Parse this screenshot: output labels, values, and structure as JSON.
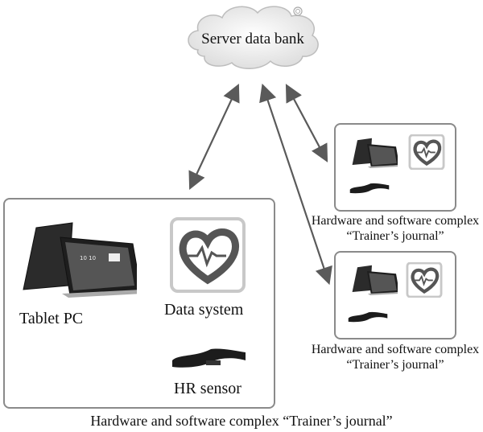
{
  "diagram": {
    "server": {
      "label": "Server data bank",
      "icon": "cloud-icon"
    },
    "main_complex": {
      "caption": "Hardware and software complex “Trainer’s journal”",
      "components": [
        {
          "label": "Tablet ΡC",
          "icon": "tablet-icon"
        },
        {
          "label": "Data system",
          "icon": "heart-pulse-icon"
        },
        {
          "label": "HR sensor",
          "icon": "chest-strap-icon"
        }
      ]
    },
    "remote_complexes": [
      {
        "caption_line1": "Hardware and software complex",
        "caption_line2": "“Trainer’s journal”"
      },
      {
        "caption_line1": "Hardware and software complex",
        "caption_line2": "“Trainer’s journal”"
      }
    ],
    "connections": [
      {
        "from": "Server data bank",
        "to": "main_complex",
        "type": "bidirectional"
      },
      {
        "from": "Server data bank",
        "to": "remote_complex_1",
        "type": "bidirectional"
      },
      {
        "from": "Server data bank",
        "to": "remote_complex_2",
        "type": "bidirectional"
      }
    ],
    "colors": {
      "arrow": "#5a5a5a",
      "box_border": "#8a8a8a",
      "heart": "#555555",
      "heart_frame": "#c8c8c8"
    }
  }
}
